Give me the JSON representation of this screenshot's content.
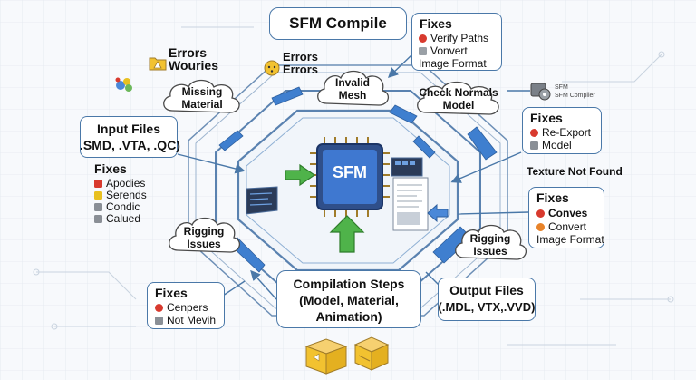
{
  "title": "SFM Compile",
  "center_label": "SFM",
  "errors_top_left": {
    "line1": "Errors",
    "line2": "Wouries"
  },
  "errors_top_mid": {
    "line1": "Errors",
    "line2": "Errors"
  },
  "fixes_top_right": {
    "heading": "Fixes",
    "items": [
      {
        "label": "Verify Paths",
        "color": "#d83a2e"
      },
      {
        "label": "Vonvert",
        "color": "#9aa0a6"
      }
    ],
    "extra": "Image Format"
  },
  "cloud_missing_material": {
    "line1": "Missing",
    "line2": "Material"
  },
  "cloud_invalid_mesh": {
    "line1": "Invalid",
    "line2": "Mesh"
  },
  "cloud_check_normals": {
    "line1": "Check Normals",
    "line2": "Model"
  },
  "cloud_rigging_left": {
    "line1": "Rigging",
    "line2": "Issues"
  },
  "cloud_rigging_right": {
    "line1": "Rigging",
    "line2": "Issues"
  },
  "sfm_compiler_icon": {
    "line1": "SFM",
    "line2": "SFM Compiler"
  },
  "input_files": {
    "line1": "Input Files",
    "line2": ".SMD, .VTA, .QC)"
  },
  "fixes_left": {
    "heading": "Fixes",
    "items": [
      {
        "label": "Apodies",
        "color": "#d83a2e"
      },
      {
        "label": "Serends",
        "color": "#e8c020"
      },
      {
        "label": "Condic",
        "color": "#8a8f96"
      },
      {
        "label": "Calued",
        "color": "#8a8f96"
      }
    ]
  },
  "fixes_right_1": {
    "heading": "Fixes",
    "items": [
      {
        "label": "Re-Export",
        "color": "#d83a2e"
      },
      {
        "label": "Model",
        "color": "#8a8f96"
      }
    ]
  },
  "texture_not_found": "Texture Not Found",
  "fixes_right_2": {
    "heading": "Fixes",
    "items": [
      {
        "label": "Conves",
        "color": "#d83a2e"
      },
      {
        "label": "Convert",
        "color": "#e8832a"
      }
    ],
    "extra": "Image Format"
  },
  "fixes_bottom_left": {
    "heading": "Fixes",
    "items": [
      {
        "label": "Cenpers",
        "color": "#d83a2e"
      },
      {
        "label": "Not Mevih",
        "color": "#8a8f96"
      }
    ]
  },
  "compilation_steps": {
    "line1": "Compilation Steps",
    "line2": "(Model, Material,",
    "line3": "Animation)"
  },
  "output_files": {
    "line1": "Output Files",
    "line2": "(.MDL, VTX,.VVD)"
  }
}
